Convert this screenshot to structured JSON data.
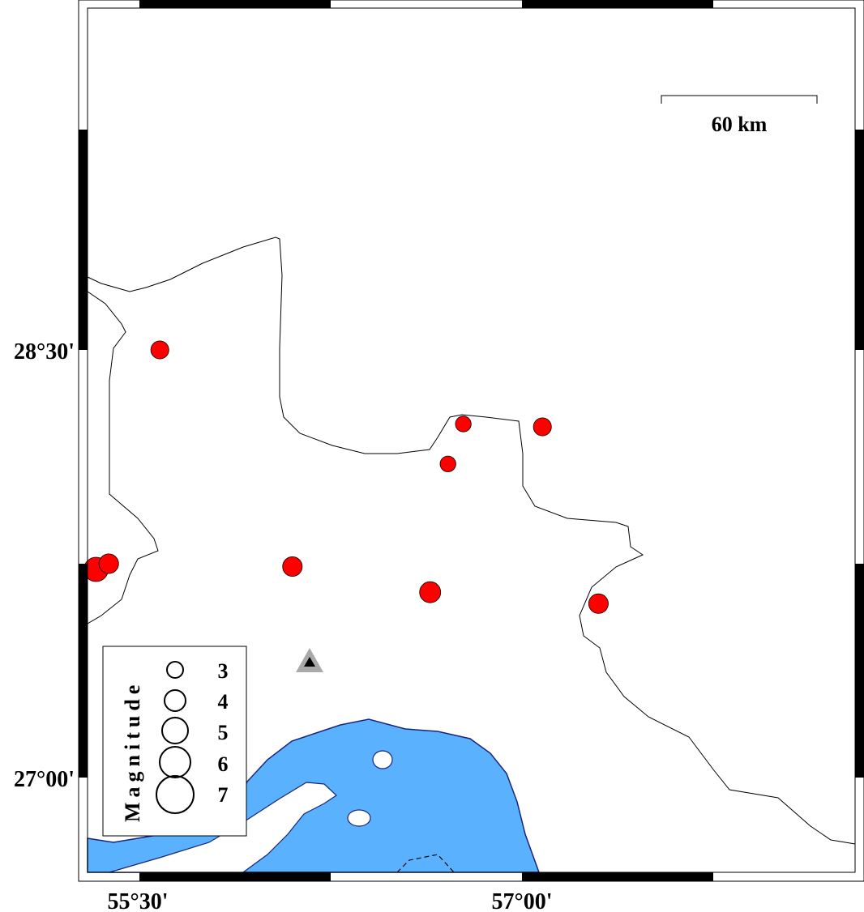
{
  "map": {
    "lat_labels": [
      "28°30'",
      "27°00'"
    ],
    "lon_labels": [
      "55°30'",
      "57°00'"
    ],
    "scale_bar_label": "60 km",
    "water_color": "#5ab2fe",
    "event_color": "#ff0000",
    "station_icon": "triangle-station-icon"
  },
  "legend": {
    "title": "Magnitude",
    "magnitudes": [
      "3",
      "4",
      "5",
      "6",
      "7"
    ]
  },
  "events": [
    {
      "lon": 55.58,
      "lat": 28.5,
      "mag": 4.2
    },
    {
      "lon": 56.77,
      "lat": 28.24,
      "mag": 3.8
    },
    {
      "lon": 57.08,
      "lat": 28.23,
      "mag": 4.2
    },
    {
      "lon": 56.71,
      "lat": 28.1,
      "mag": 3.8
    },
    {
      "lon": 55.33,
      "lat": 27.73,
      "mag": 5.4
    },
    {
      "lon": 55.38,
      "lat": 27.75,
      "mag": 4.5
    },
    {
      "lon": 56.1,
      "lat": 27.74,
      "mag": 4.5
    },
    {
      "lon": 56.64,
      "lat": 27.65,
      "mag": 4.8
    },
    {
      "lon": 57.3,
      "lat": 27.61,
      "mag": 4.5
    }
  ]
}
